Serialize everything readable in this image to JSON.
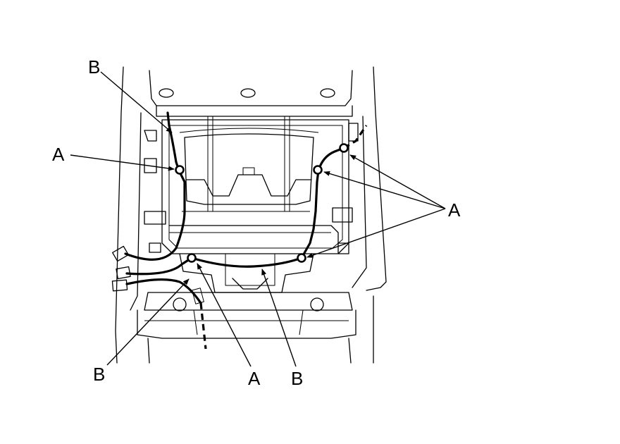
{
  "callouts": {
    "a1": "A",
    "a2": "A",
    "a3": "A",
    "b1": "B",
    "b2": "B",
    "b3": "B"
  }
}
